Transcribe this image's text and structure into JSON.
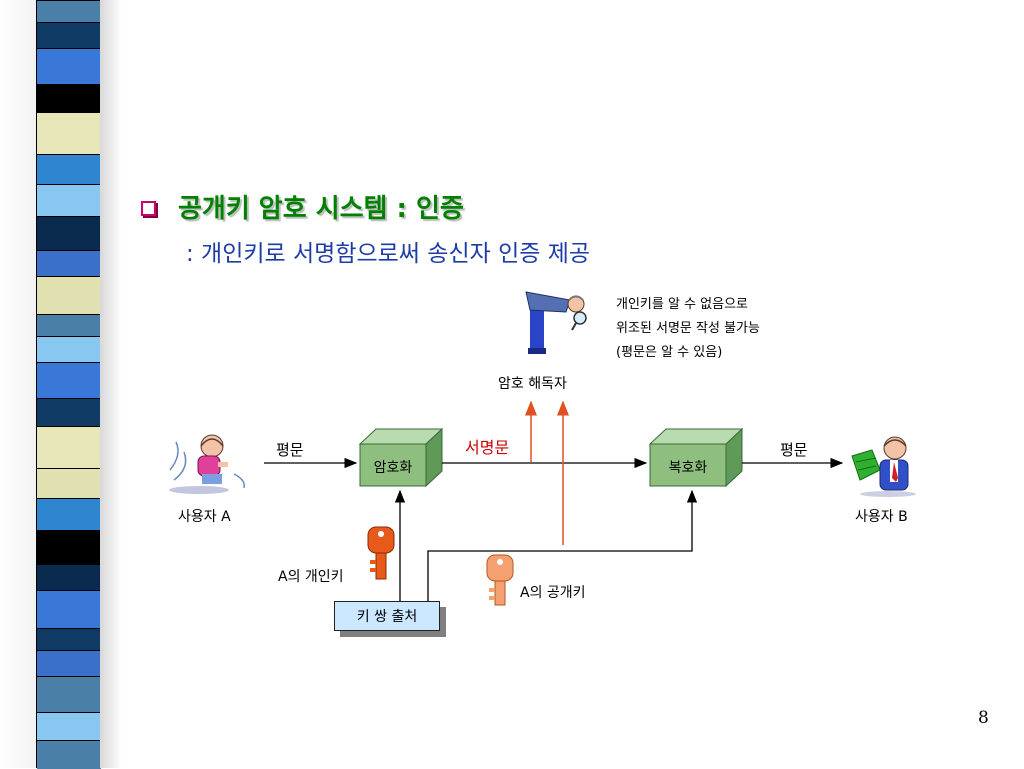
{
  "title": "공개키 암호 시스템 : 인증",
  "subtitle": ": 개인키로 서명함으로써 송신자 인증 제공",
  "diagram": {
    "encrypt_box": "암호화",
    "decrypt_box": "복호화",
    "plaintext_left": "평문",
    "plaintext_right": "평문",
    "signed_text": "서명문",
    "cryptanalyst": "암호 해독자",
    "note": [
      "개인키를 알 수 없음으로",
      "위조된 서명문 작성 불가능",
      "(평문은 알 수 있음)"
    ],
    "user_a": "사용자 A",
    "user_b": "사용자 B",
    "private_key": "A의 개인키",
    "public_key": "A의 공개키",
    "key_pair": "키 쌍 출처"
  },
  "page_number": "8",
  "colors": {
    "title": "#008000",
    "subtitle": "#1e3ca8",
    "signed_text": "#cc0000",
    "arrow_red": "#e05020",
    "box_green": "#8fbf7f",
    "private_key": "#e85a1c",
    "public_key": "#f4a070",
    "key_pair_fill": "#cce8ff"
  },
  "icons": [
    "user-a-figure",
    "user-b-figure",
    "cryptanalyst-figure",
    "private-key-icon",
    "public-key-icon",
    "bullet-square-icon"
  ]
}
